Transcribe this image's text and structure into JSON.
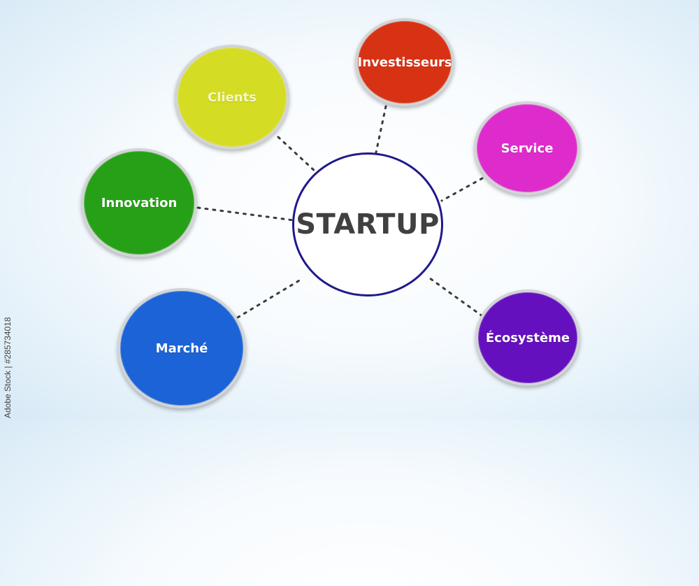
{
  "center": {
    "label": "STARTUP"
  },
  "nodes": [
    {
      "id": "clients",
      "label": "Clients",
      "color": "#d5dc24"
    },
    {
      "id": "investisseurs",
      "label": "Investisseurs",
      "color": "#d83214"
    },
    {
      "id": "service",
      "label": "Service",
      "color": "#de2ccc"
    },
    {
      "id": "innovation",
      "label": "Innovation",
      "color": "#26a017"
    },
    {
      "id": "marche",
      "label": "Marché",
      "color": "#1b63d6"
    },
    {
      "id": "ecosysteme",
      "label": "Écosystème",
      "color": "#6510bf"
    }
  ],
  "watermark": "Adobe Stock | #285734018"
}
